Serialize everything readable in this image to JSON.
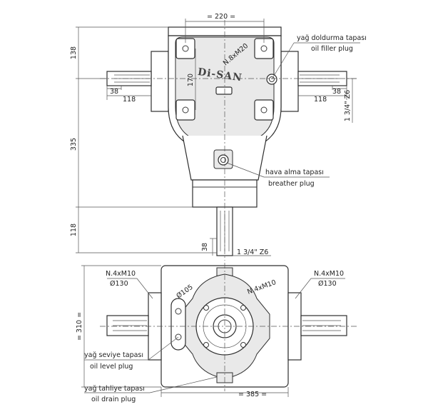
{
  "brand": "Di-SAN",
  "top_view": {
    "dimensions": {
      "width_top": "= 220 =",
      "height_upper": "138",
      "height_middle": "335",
      "height_lower": "118",
      "bolt_spacing": "170",
      "shaft_len_left": "118",
      "shaft_stub_left": "38",
      "shaft_len_right": "118",
      "shaft_stub_right": "38",
      "spline_right": "1 3/4\" Z6",
      "spline_bottom_len": "38",
      "spline_bottom": "1 3/4\" Z6",
      "thread": "N.8xM20"
    },
    "callouts": [
      {
        "tr": "yağ doldurma tapası",
        "en": "oil filler plug"
      },
      {
        "tr": "hava alma tapası",
        "en": "breather plug"
      }
    ]
  },
  "bottom_view": {
    "dimensions": {
      "thread_left": "N.4xM10",
      "dia_left": "Ø130",
      "thread_right": "N.4xM10",
      "dia_right": "Ø130",
      "thread_center": "N.4xM10",
      "dia_center": "Ø105",
      "height": "= 310 =",
      "width": "= 385 ="
    },
    "callouts": [
      {
        "tr": "yağ seviye tapası",
        "en": "oil level plug"
      },
      {
        "tr": "yağ tahliye tapası",
        "en": "oil drain plug"
      }
    ]
  }
}
